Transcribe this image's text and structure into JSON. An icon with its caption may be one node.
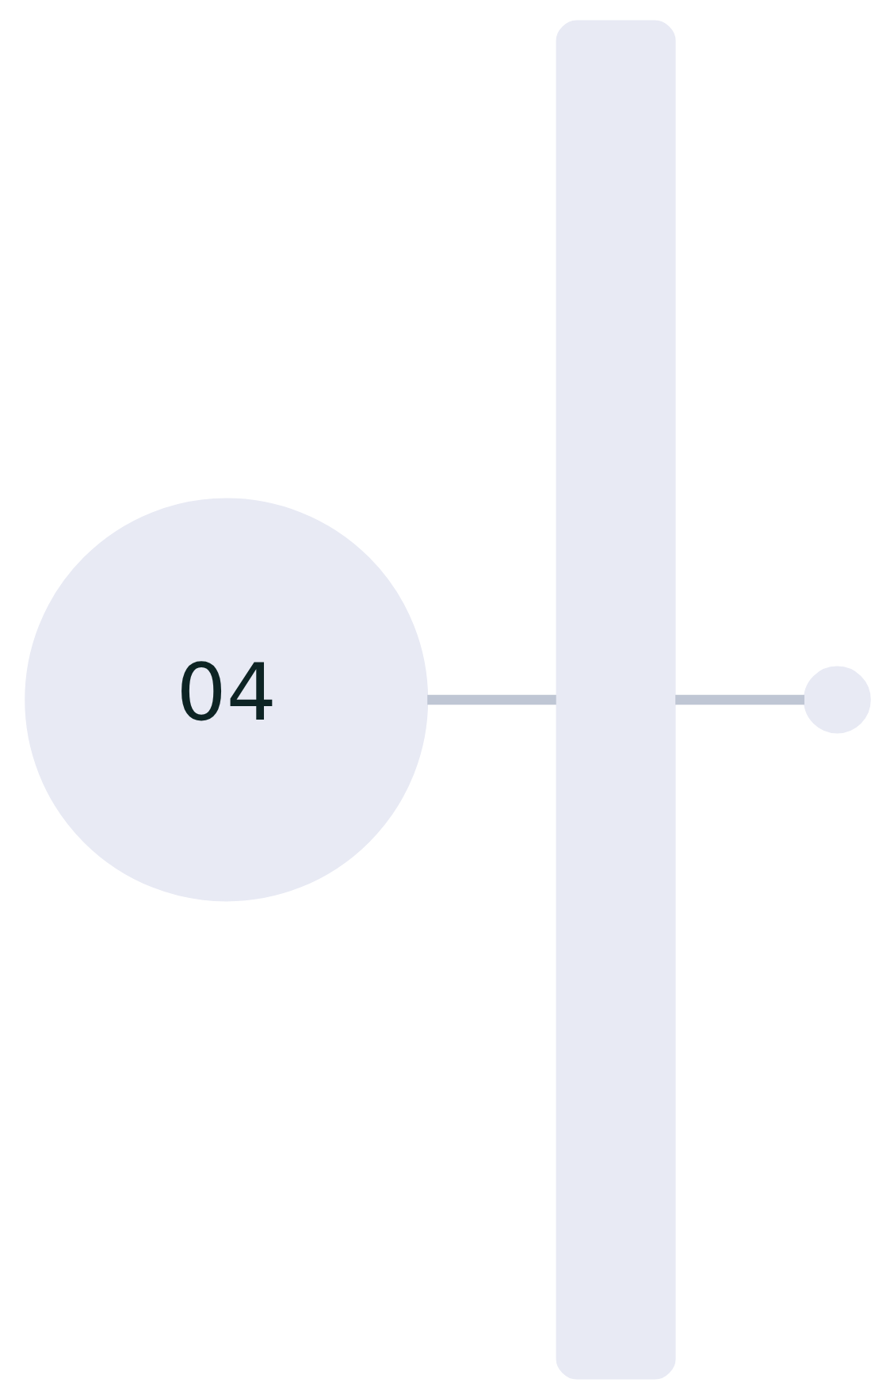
{
  "diagram": {
    "nodes": [
      {
        "text": [
          "04"
        ]
      },
      {
        "text": [],
        "shape": "bar"
      },
      {
        "text": [],
        "shape": "circle"
      }
    ],
    "edges": [
      {
        "from": 0,
        "to": 1,
        "arrow": "none"
      },
      {
        "from": 1,
        "to": 2,
        "arrow": "none"
      }
    ]
  }
}
